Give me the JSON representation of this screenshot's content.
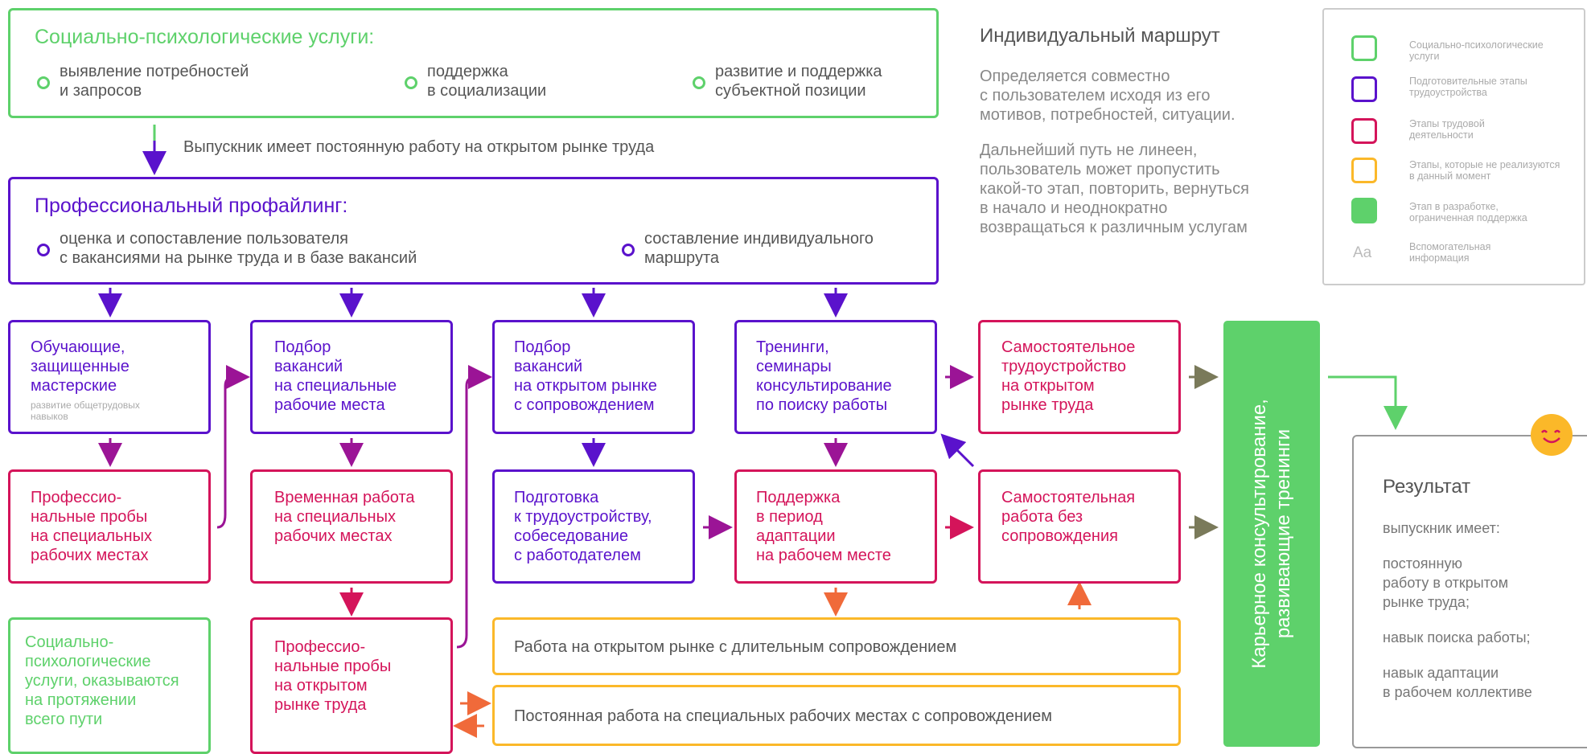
{
  "social_box": {
    "title": "Социально-психологические услуги:",
    "items": [
      {
        "line1": "выявление потребностей",
        "line2": "и запросов"
      },
      {
        "line1": "поддержка",
        "line2": "в социализации"
      },
      {
        "line1": "развитие и поддержка",
        "line2": "субъектной позиции"
      }
    ]
  },
  "graduate_note": "Выпускник имеет постоянную работу на открытом рынке труда",
  "profiling_box": {
    "title": "Профессиональный профайлинг:",
    "items": [
      {
        "line1": "оценка и сопоставление пользователя",
        "line2": "с вакансиями на рынке труда и в базе вакансий"
      },
      {
        "line1": "составление индивидуального",
        "line2": "маршрута"
      }
    ]
  },
  "route": {
    "title": "Индивидуальный маршрут",
    "p1": [
      "Определяется совместно",
      "с пользователем исходя из его",
      "мотивов, потребностей, ситуации."
    ],
    "p2": [
      "Дальнейший путь не линеен,",
      "пользователь может пропустить",
      "какой-то этап, повторить, вернуться",
      "в начало и неоднократно",
      "возвращаться к различным услугам"
    ]
  },
  "legend": [
    {
      "text": [
        "Социально-психологические",
        "услуги"
      ],
      "color": "#5ed16b"
    },
    {
      "text": [
        "Подготовительные этапы",
        "трудоустройства"
      ],
      "color": "#5a12cc"
    },
    {
      "text": [
        "Этапы трудовой",
        "деятельности"
      ],
      "color": "#d4145a"
    },
    {
      "text": [
        "Этапы, которые не реализуются",
        "в данный момент"
      ],
      "color": "#fbb829"
    },
    {
      "text": [
        "Этап в разработке,",
        "ограниченная поддержка"
      ],
      "color": "#5ed16b"
    },
    {
      "icon": "Aa",
      "text": [
        "Вспомогательная",
        "информация"
      ]
    }
  ],
  "nodes": {
    "workshops": {
      "lines": [
        "Обучающие,",
        "защищенные",
        "мастерские"
      ],
      "note": [
        "развитие общетрудовых",
        "навыков"
      ]
    },
    "vacancy_special": {
      "lines": [
        "Подбор",
        "вакансий",
        "на специальные",
        "рабочие места"
      ]
    },
    "vacancy_open": {
      "lines": [
        "Подбор",
        "вакансий",
        "на открытом рынке",
        "с сопровождением"
      ]
    },
    "trainings": {
      "lines": [
        "Тренинги,",
        "семинары",
        "консультирование",
        "по поиску работы"
      ]
    },
    "self_employment": {
      "lines": [
        "Самостоятельное",
        "трудоустройство",
        "на открытом",
        "рынке труда"
      ]
    },
    "trials_special": {
      "lines": [
        "Професcио-",
        "нальные пробы",
        "на специальных",
        "рабочих местах"
      ]
    },
    "temp_work": {
      "lines": [
        "Временная работа",
        "на специальных",
        "рабочих местах"
      ]
    },
    "prep": {
      "lines": [
        "Подготовка",
        "к трудоустройству,",
        "собеседование",
        "с работодателем"
      ]
    },
    "adaptation": {
      "lines": [
        "Поддержка",
        "в период",
        "адаптации",
        "на рабочем месте"
      ]
    },
    "independent_work": {
      "lines": [
        "Самостоятельная",
        "работа без",
        "сопровождения"
      ]
    },
    "social_path": {
      "lines": [
        "Социально-",
        "психологические",
        "услуги, оказываются",
        "на протяжении",
        "всего пути"
      ]
    },
    "trials_open": {
      "lines": [
        "Професcио-",
        "нальные пробы",
        "на открытом",
        "рынке труда"
      ]
    },
    "long_support": {
      "text": "Работа на открытом рынке с длительным сопровождением"
    },
    "permanent_special": {
      "text": "Постоянная работа на специальных рабочих местах с сопровождением"
    }
  },
  "career_bar": {
    "line1": "Карьерное консультирование,",
    "line2": "развивающие тренинги"
  },
  "result": {
    "title": "Результат",
    "subtitle": "выпускник имеет:",
    "items": [
      [
        "постоянную",
        "работу в открытом",
        "рынке труда;"
      ],
      [
        "навык поиска работы;"
      ],
      [
        "навык адаптации",
        "в рабочем коллективе"
      ]
    ]
  },
  "colors": {
    "green": "#5ed16b",
    "purple": "#5a12cc",
    "crimson": "#d4145a",
    "yellow": "#fbb829",
    "smiley": "#fbb829"
  }
}
